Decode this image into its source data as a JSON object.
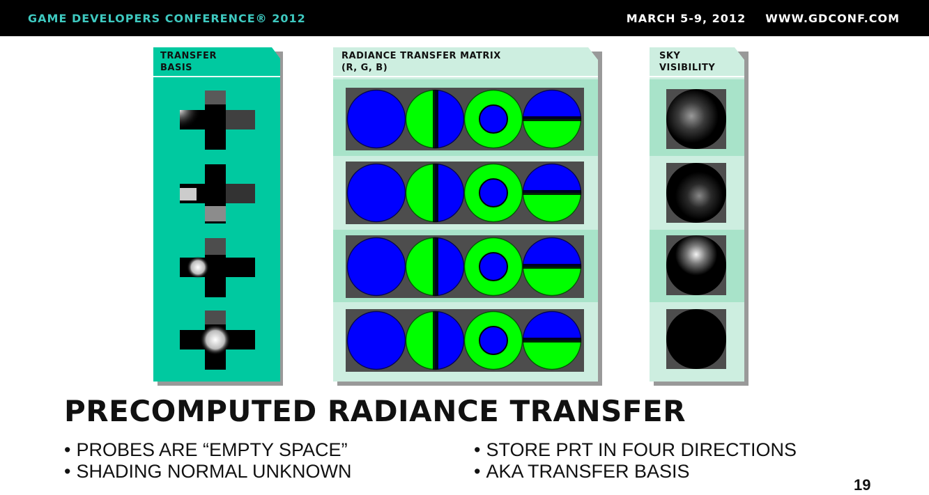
{
  "header": {
    "conference": "GAME DEVELOPERS CONFERENCE® 2012",
    "dates": "MARCH 5-9, 2012",
    "website": "WWW.GDCONF.COM"
  },
  "panels": {
    "transfer_basis": {
      "label_line1": "TRANSFER",
      "label_line2": "BASIS"
    },
    "radiance_matrix": {
      "label_line1": "RADIANCE TRANSFER MATRIX",
      "label_line2": "(R, G, B)"
    },
    "sky_visibility": {
      "label_line1": "SKY",
      "label_line2": "VISIBILITY"
    }
  },
  "colors": {
    "header_accent": "#3ec9c0",
    "panel_teal": "#00c9a0",
    "panel_light": "#cdeee0",
    "row_band": "#a8e3c9",
    "blue": "#0000ff",
    "green": "#00ff00"
  },
  "slide": {
    "title": "PRECOMPUTED RADIANCE TRANSFER",
    "bullets_left": [
      "PROBES ARE “EMPTY SPACE”",
      "SHADING NORMAL UNKNOWN"
    ],
    "bullets_right": [
      "STORE PRT IN FOUR DIRECTIONS",
      "AKA TRANSFER BASIS"
    ],
    "page_number": "19"
  }
}
